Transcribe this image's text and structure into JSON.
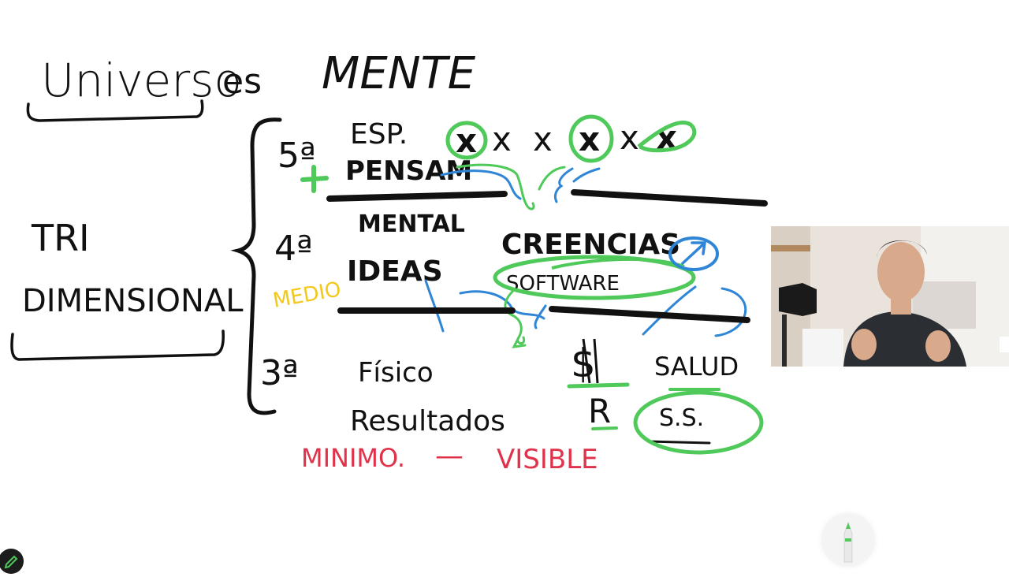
{
  "whiteboard": {
    "title_left": "Universo",
    "title_mid": "es",
    "title_right": "MENTE",
    "tri_label": "TRI",
    "dimensional_label": "DIMENSIONAL",
    "level5_num": "5ª",
    "level5_line1": "ESP.",
    "level5_line2": "PENSAM",
    "level4_num": "4ª",
    "level4_line1": "MENTAL",
    "level4_line2": "IDEAS",
    "medio_label": "MEDIO",
    "creencias_label": "CREENCIAS",
    "software_label": "SOFTWARE",
    "level3_num": "3ª",
    "fisico_label": "Físico",
    "resultados_label": "Resultados",
    "dinero_label": "$",
    "salud_label": "SALUD",
    "r_label": "R",
    "ss_label": "S.S.",
    "minimo_label": "MINIMO.",
    "dash_label": "—",
    "visible_label": "VISIBLE",
    "x_mark": "x"
  },
  "colors": {
    "ink_black": "#111111",
    "ink_green": "#4fc95a",
    "ink_blue": "#2f86d6",
    "ink_yellow": "#f2c81a",
    "ink_red": "#e0334b"
  },
  "icons": {
    "pencil_tool": "pencil-icon",
    "edit_button": "edit-icon"
  }
}
